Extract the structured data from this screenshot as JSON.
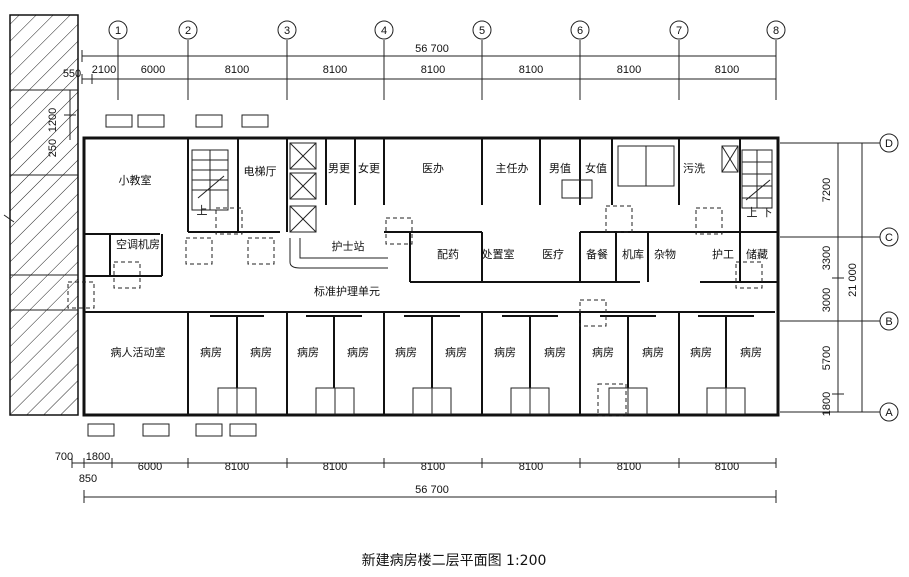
{
  "title": "新建病房楼二层平面图 1:200",
  "top_axes": [
    "1",
    "2",
    "3",
    "4",
    "5",
    "6",
    "7",
    "8"
  ],
  "right_axes": [
    "D",
    "C",
    "B",
    "A"
  ],
  "top_total": "56 700",
  "bottom_total": "56 700",
  "top_dims": [
    "550",
    "2100",
    "6000",
    "8100",
    "8100",
    "8100",
    "8100",
    "8100",
    "8100"
  ],
  "left_dims": [
    "1200",
    "250"
  ],
  "bottom_dims": [
    "700",
    "1800",
    "850",
    "6000",
    "8100",
    "8100",
    "8100",
    "8100",
    "8100",
    "8100"
  ],
  "right_dims": [
    "7200",
    "3300",
    "3000",
    "5700",
    "1800"
  ],
  "right_total": "21 000",
  "rooms": {
    "classroom": "小教室",
    "ac_room": "空调机房",
    "elevator_hall": "电梯厅",
    "male_locker": "男更",
    "female_locker": "女更",
    "medical_office": "医办",
    "director_office": "主任办",
    "male_duty": "男值",
    "female_duty": "女值",
    "wash": "污洗",
    "nurse_station": "护士站",
    "pharmacy": "配药",
    "treatment": "处置室",
    "medical_care": "医疗",
    "pantry": "备餐",
    "machine_store": "机库",
    "sundries": "杂物",
    "nurse_worker": "护工",
    "storage": "储藏",
    "unit_label": "标准护理单元",
    "patient_activity": "病人活动室",
    "ward": "病房",
    "stair_up": "上",
    "stair_down": "下",
    "stair_up2": "上"
  }
}
